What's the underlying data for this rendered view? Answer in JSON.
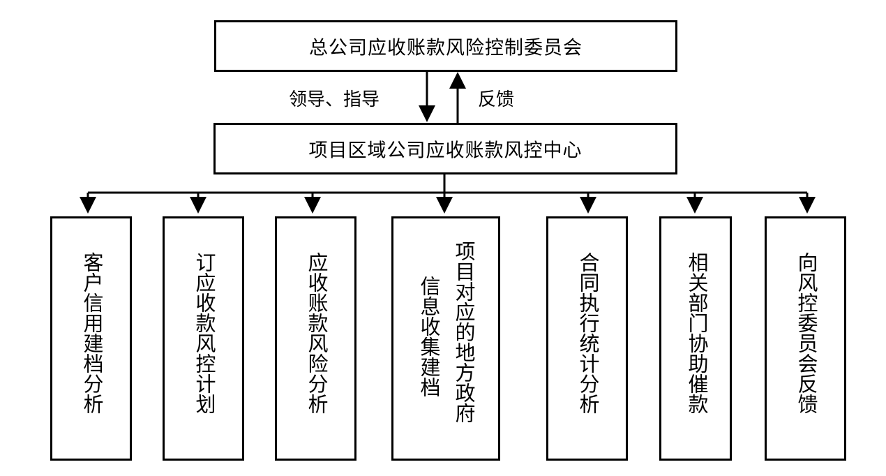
{
  "top_box": {
    "text": "总公司应收账款风险控制委员会"
  },
  "middle_box": {
    "text": "项目区域公司应收账款风控中心"
  },
  "arrows": {
    "down_label": "领导、指导",
    "up_label": "反馈"
  },
  "bottom_boxes": [
    {
      "col1": "客户信用建档分析"
    },
    {
      "col1": "订应收款风控计划"
    },
    {
      "col1": "应收账款风险分析"
    },
    {
      "col1": "信息收集建档",
      "col2": "项目对应的地方政府"
    },
    {
      "col1": "合同执行统计分析"
    },
    {
      "col1": "相关部门协助催款"
    },
    {
      "col1": "向风控委员会反馈"
    }
  ]
}
